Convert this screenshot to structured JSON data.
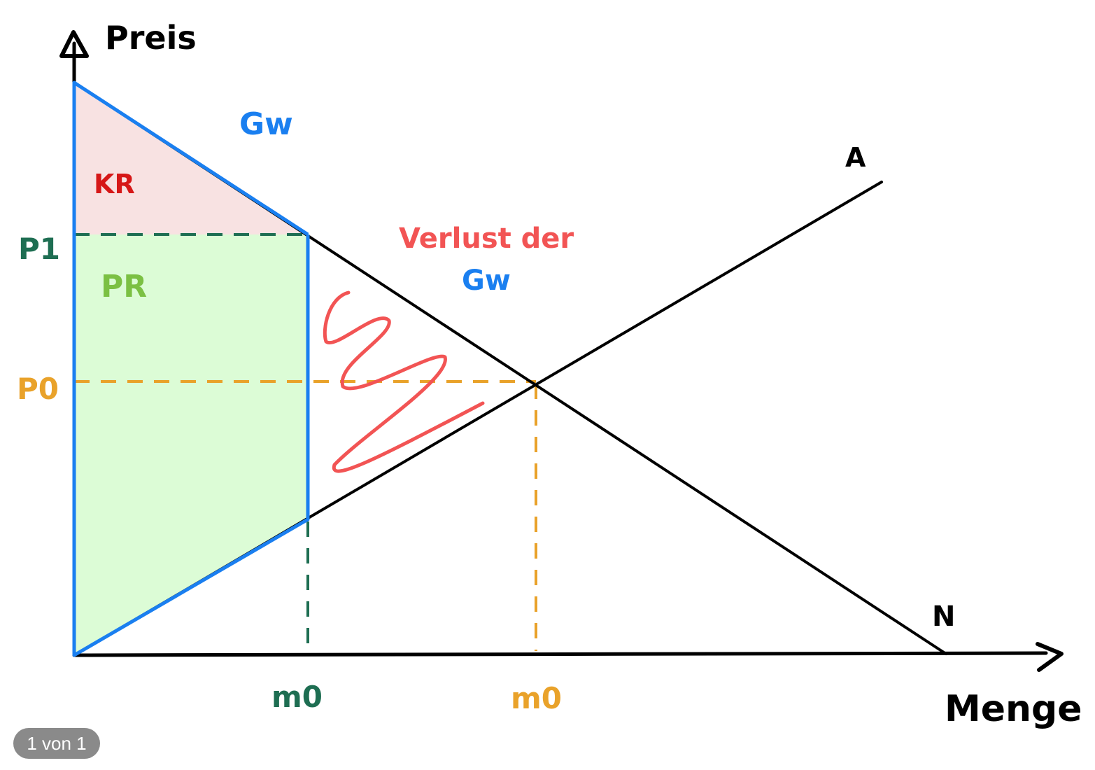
{
  "labels": {
    "y_axis": "Preis",
    "x_axis": "Menge",
    "supply": "A",
    "demand": "N",
    "welfare_top": "Gw",
    "consumer_rent": "KR",
    "producer_rent": "PR",
    "loss_line1": "Verlust der",
    "loss_line2": "Gw",
    "price_p1": "P1",
    "price_p0": "P0",
    "quantity_m1": "m0",
    "quantity_m0": "m0"
  },
  "page_indicator": "1 von 1",
  "colors": {
    "axis": "#000000",
    "welfare_outline": "#1a7ff0",
    "consumer_fill": "#f8e2e2",
    "producer_fill": "#dcfcd6",
    "p1_guide": "#1e6e52",
    "p0_guide": "#e9a22a",
    "loss_scribble": "#f25454",
    "kr_text": "#d61818",
    "pr_text": "#7bc043"
  }
}
